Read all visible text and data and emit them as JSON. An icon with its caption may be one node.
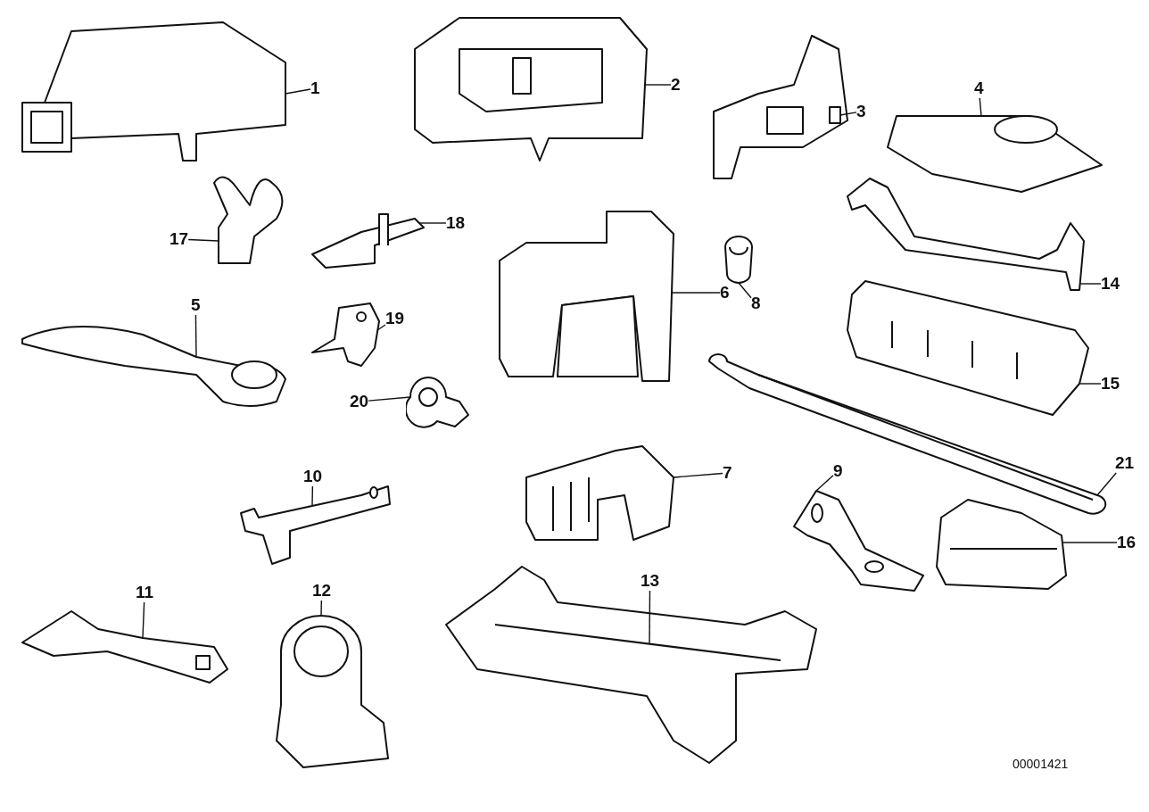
{
  "diagram": {
    "nodes": [
      {
        "text": [
          "1"
        ]
      },
      {
        "text": [
          "2"
        ]
      },
      {
        "text": [
          "3"
        ]
      },
      {
        "text": [
          "4"
        ]
      },
      {
        "text": [
          "5"
        ]
      },
      {
        "text": [
          "6"
        ]
      },
      {
        "text": [
          "7"
        ]
      },
      {
        "text": [
          "8"
        ]
      },
      {
        "text": [
          "9"
        ]
      },
      {
        "text": [
          "10"
        ]
      },
      {
        "text": [
          "11"
        ]
      },
      {
        "text": [
          "12"
        ]
      },
      {
        "text": [
          "13"
        ]
      },
      {
        "text": [
          "14"
        ]
      },
      {
        "text": [
          "15"
        ]
      },
      {
        "text": [
          "16"
        ]
      },
      {
        "text": [
          "17"
        ]
      },
      {
        "text": [
          "18"
        ]
      },
      {
        "text": [
          "19"
        ]
      },
      {
        "text": [
          "20"
        ]
      },
      {
        "text": [
          "21"
        ]
      },
      {
        "text": [],
        "shape": "picture"
      },
      {
        "text": [],
        "shape": "picture"
      },
      {
        "text": [],
        "shape": "picture"
      },
      {
        "text": [],
        "shape": "picture"
      },
      {
        "text": [],
        "shape": "picture"
      },
      {
        "text": [],
        "shape": "picture"
      },
      {
        "text": [],
        "shape": "picture"
      },
      {
        "text": [],
        "shape": "picture"
      },
      {
        "text": [],
        "shape": "picture"
      },
      {
        "text": [],
        "shape": "picture"
      },
      {
        "text": [],
        "shape": "picture"
      },
      {
        "text": [],
        "shape": "picture"
      },
      {
        "text": [],
        "shape": "picture"
      },
      {
        "text": [],
        "shape": "picture"
      },
      {
        "text": [],
        "shape": "picture"
      },
      {
        "text": [],
        "shape": "picture"
      },
      {
        "text": [],
        "shape": "picture"
      },
      {
        "text": [],
        "shape": "picture"
      },
      {
        "text": [],
        "shape": "picture"
      },
      {
        "text": [],
        "shape": "picture"
      },
      {
        "text": [],
        "shape": "picture"
      }
    ],
    "edges": [
      {
        "from": 0,
        "to": 21,
        "arrow": "none"
      },
      {
        "from": 1,
        "to": 22,
        "arrow": "none"
      },
      {
        "from": 2,
        "to": 23,
        "arrow": "none"
      },
      {
        "from": 3,
        "to": 24,
        "arrow": "none"
      },
      {
        "from": 4,
        "to": 25,
        "arrow": "none"
      },
      {
        "from": 5,
        "to": 26,
        "arrow": "none"
      },
      {
        "from": 6,
        "to": 27,
        "arrow": "none"
      },
      {
        "from": 7,
        "to": 28,
        "arrow": "none"
      },
      {
        "from": 8,
        "to": 29,
        "arrow": "none"
      },
      {
        "from": 9,
        "to": 30,
        "arrow": "none"
      },
      {
        "from": 10,
        "to": 31,
        "arrow": "none"
      },
      {
        "from": 11,
        "to": 32,
        "arrow": "none"
      },
      {
        "from": 12,
        "to": 33,
        "arrow": "none"
      },
      {
        "from": 13,
        "to": 34,
        "arrow": "none"
      },
      {
        "from": 14,
        "to": 35,
        "arrow": "none"
      },
      {
        "from": 15,
        "to": 36,
        "arrow": "none"
      },
      {
        "from": 16,
        "to": 37,
        "arrow": "none"
      },
      {
        "from": 17,
        "to": 38,
        "arrow": "none"
      },
      {
        "from": 18,
        "to": 39,
        "arrow": "none"
      },
      {
        "from": 19,
        "to": 40,
        "arrow": "none"
      },
      {
        "from": 20,
        "to": 41,
        "arrow": "none"
      }
    ],
    "labels": [
      "00001421"
    ]
  }
}
